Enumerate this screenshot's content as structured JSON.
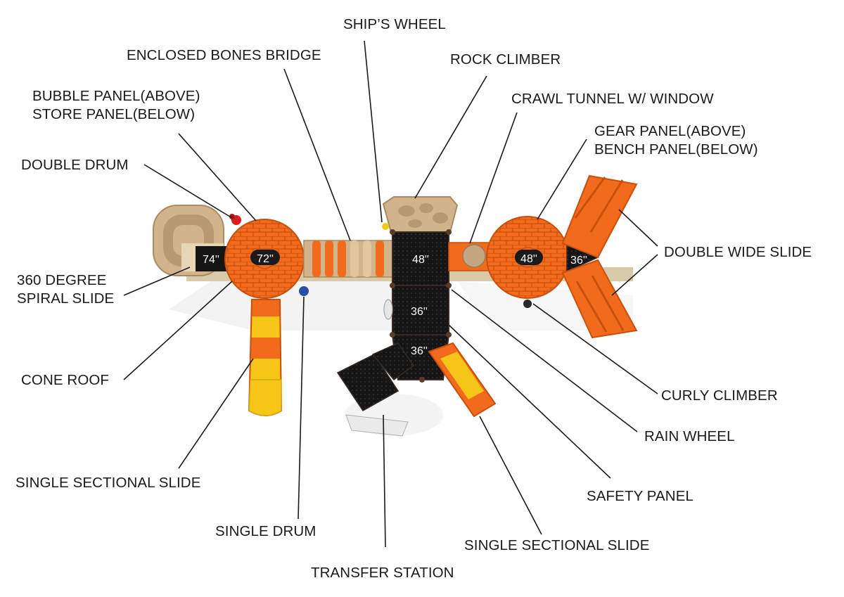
{
  "labels": {
    "ships_wheel": "SHIP’S WHEEL",
    "enclosed_bones_bridge": "ENCLOSED BONES BRIDGE",
    "rock_climber": "ROCK CLIMBER",
    "bubble_panel": [
      "BUBBLE PANEL(ABOVE)",
      "STORE PANEL(BELOW)"
    ],
    "crawl_tunnel": "CRAWL TUNNEL W/ WINDOW",
    "gear_panel": [
      "GEAR PANEL(ABOVE)",
      "BENCH PANEL(BELOW)"
    ],
    "double_drum": "DOUBLE DRUM",
    "double_wide_slide": "DOUBLE WIDE SLIDE",
    "spiral_slide": [
      "360 DEGREE",
      "SPIRAL SLIDE"
    ],
    "cone_roof": "CONE ROOF",
    "curly_climber": "CURLY CLIMBER",
    "rain_wheel": "RAIN WHEEL",
    "single_sectional_slide_left": "SINGLE SECTIONAL SLIDE",
    "safety_panel": "SAFETY PANEL",
    "single_drum": "SINGLE DRUM",
    "single_sectional_slide_right": "SINGLE SECTIONAL SLIDE",
    "transfer_station": "TRANSFER STATION"
  },
  "measurements": {
    "deck_74": "74''",
    "roof_72": "72''",
    "deck_48_center": "48''",
    "roof_48_right": "48''",
    "deck_36_right": "36''",
    "deck_36_mid": "36''",
    "deck_36_low": "36''"
  },
  "colors": {
    "orange": "#f26b1d",
    "orange_dark": "#c94f0c",
    "tan": "#d2b48c",
    "tan_dark": "#a98a62",
    "yellow": "#f5c518",
    "deck": "#151515",
    "leader": "#1a1a1a"
  }
}
